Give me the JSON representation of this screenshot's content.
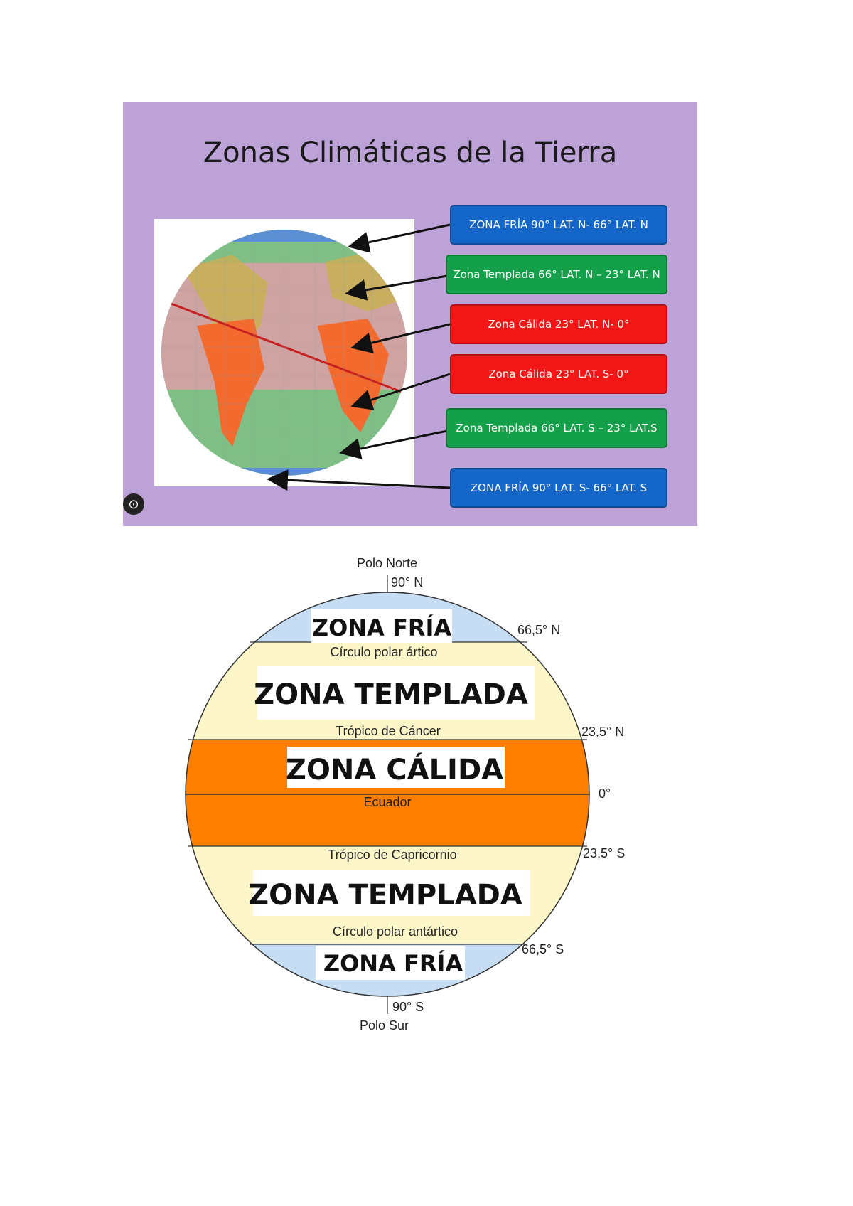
{
  "slide": {
    "title": "Zonas Climáticas de la Tierra",
    "boxes": [
      {
        "label": "ZONA FRÍA 90°  LAT. N- 66°  LAT. N",
        "color": "#1566c9"
      },
      {
        "label": "Zona Templada 66° LAT. N – 23° LAT. N",
        "color": "#14a04a"
      },
      {
        "label": "Zona Cálida 23° LAT. N- 0°",
        "color": "#f21616"
      },
      {
        "label": "Zona Cálida 23° LAT. S- 0°",
        "color": "#f21616"
      },
      {
        "label": "Zona Templada 66° LAT. S – 23° LAT.S",
        "color": "#14a04a"
      },
      {
        "label": "ZONA FRÍA 90°  LAT. S- 66°  LAT. S",
        "color": "#1566c9"
      }
    ]
  },
  "diagram": {
    "north_pole": "Polo Norte",
    "north_lat": "90° N",
    "arctic_lat": "66,5° N",
    "arctic_circle": "Círculo polar ártico",
    "cancer_lat": "23,5° N",
    "cancer": "Trópico de Cáncer",
    "equator_lat": "0°",
    "equator": "Ecuador",
    "capricorn_lat": "23,5° S",
    "capricorn": "Trópico de Capricornio",
    "antarctic_circle": "Círculo polar antártico",
    "antarctic_lat": "66,5° S",
    "south_lat": "90° S",
    "south_pole": "Polo Sur",
    "zones": {
      "cold_north": "ZONA FRÍA",
      "temperate_north": "ZONA TEMPLADA",
      "warm": "ZONA CÁLIDA",
      "temperate_south": "ZONA TEMPLADA",
      "cold_south": "ZONA FRÍA"
    },
    "colors": {
      "cold": "#c6ddf3",
      "temperate": "#fdf6c8",
      "warm": "#fe7f00"
    }
  }
}
